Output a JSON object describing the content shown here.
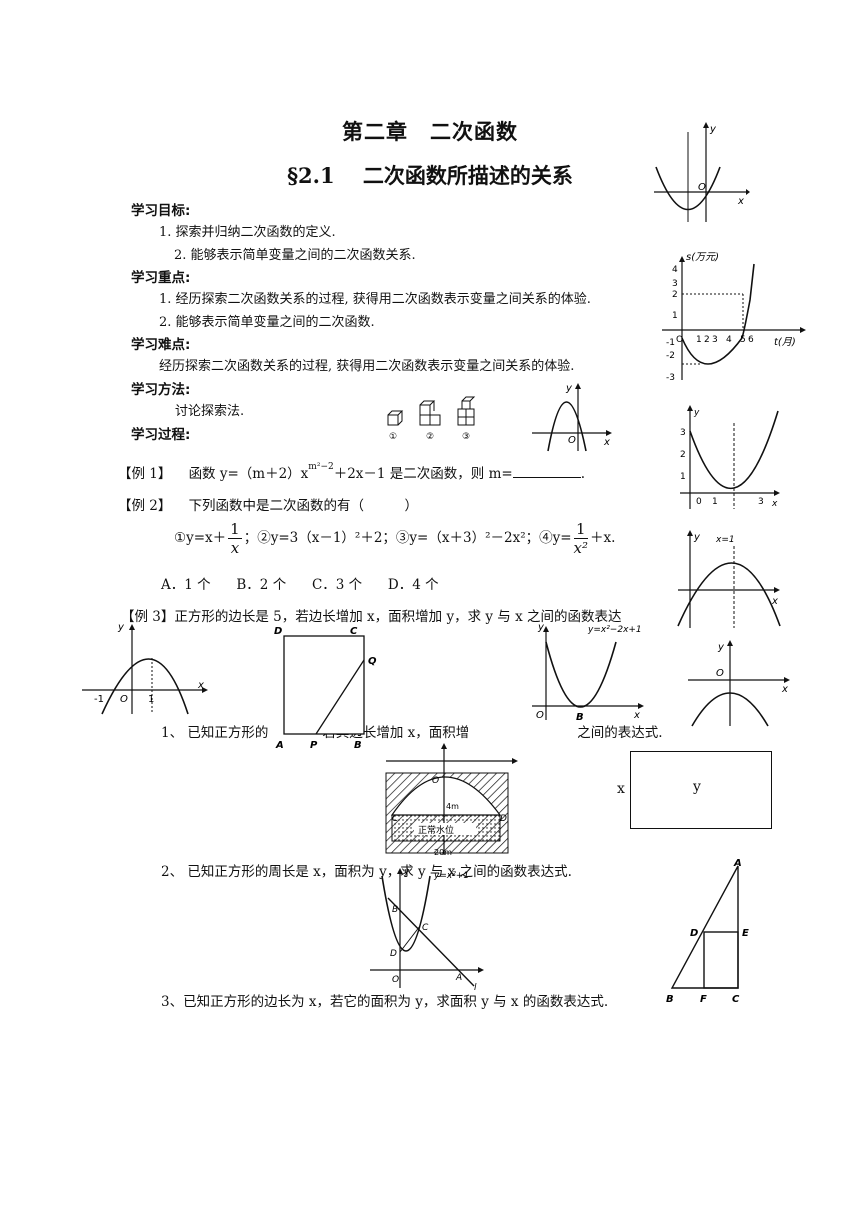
{
  "header": {
    "chapter_title": "第二章　二次函数",
    "section_title": "§2.1　 二次函数所描述的关系"
  },
  "objectives": {
    "label": "学习目标:",
    "items": [
      "1. 探索并归纳二次函数的定义.",
      "2. 能够表示简单变量之间的二次函数关系."
    ]
  },
  "key_points": {
    "label": "学习重点:",
    "items": [
      "1. 经历探索二次函数关系的过程, 获得用二次函数表示变量之间关系的体验.",
      "2. 能够表示简单变量之间的二次函数."
    ]
  },
  "difficulties": {
    "label": "学习难点:",
    "text": "经历探索二次函数关系的过程, 获得用二次函数表示变量之间关系的体验."
  },
  "method": {
    "label": "学习方法:",
    "text": "讨论探索法."
  },
  "process": {
    "label": "学习过程:"
  },
  "example1": {
    "tag": "【例 1】",
    "pre": "函数 y=（m＋2）x",
    "exponent": "m²−2",
    "post": "＋2x－1 是二次函数，则 m="
  },
  "example2": {
    "tag": "【例 2】",
    "question": "下列函数中是二次函数的有（　　　）",
    "opt1_pre": "①y=x＋",
    "frac1_num": "1",
    "frac1_den": "x",
    "middle": "；②y=3（x－1）²＋2；③y=（x＋3）²－2x²；④y=",
    "frac2_num": "1",
    "frac2_den": "x²",
    "opt4_post": "＋x.",
    "choices": [
      "A．1 个",
      "B．2 个",
      "C．3 个",
      "D．4 个"
    ]
  },
  "example3": {
    "text": "【例 3】正方形的边长是 5，若边长增加 x，面积增加 y，求 y 与 x 之间的函数表达"
  },
  "exercises": [
    "1、 已知正方形的　　　　若其边长增加 x，面积增　　　　　　　　之间的表达式.",
    "2、 已知正方形的周长是 x，面积为 y，求 y 与 x 之间的函数表达式.",
    "3、已知正方形的边长为 x，若它的面积为 y，求面积 y 与 x 的函数表达式."
  ],
  "figures": {
    "fig_sales": {
      "ylabel": "s(万元)",
      "xlabel": "t(月)",
      "yticks": [
        "4",
        "3",
        "2",
        "1",
        "-1",
        "-2",
        "-3"
      ],
      "xticks": [
        "O",
        "1",
        "2",
        "3",
        "4",
        "5",
        "6"
      ]
    },
    "fig_cubes": {
      "labels": [
        "①",
        "②",
        "③"
      ]
    },
    "fig_x1": {
      "label": "x=1"
    },
    "fig_vertex": {
      "labels": [
        "-1",
        "O",
        "1",
        "x",
        "y"
      ]
    },
    "fig_rect": {
      "labels": [
        "D",
        "C",
        "Q",
        "A",
        "P",
        "B"
      ]
    },
    "fig_equation": {
      "label": "y=x²−2x+1",
      "points": [
        "O",
        "B"
      ]
    },
    "fig_bridge": {
      "labels": [
        "4m",
        "正常水位",
        "20m",
        "C",
        "D",
        "O"
      ]
    },
    "fig_box": {
      "left": "x",
      "center": "y"
    },
    "fig_line": {
      "label": "y=x²+1",
      "points": [
        "B",
        "C",
        "D",
        "O",
        "A",
        "l"
      ]
    },
    "fig_triangle": {
      "labels": [
        "A",
        "D",
        "E",
        "B",
        "F",
        "C"
      ]
    },
    "axis": {
      "x": "x",
      "y": "y",
      "origin": "O"
    }
  }
}
